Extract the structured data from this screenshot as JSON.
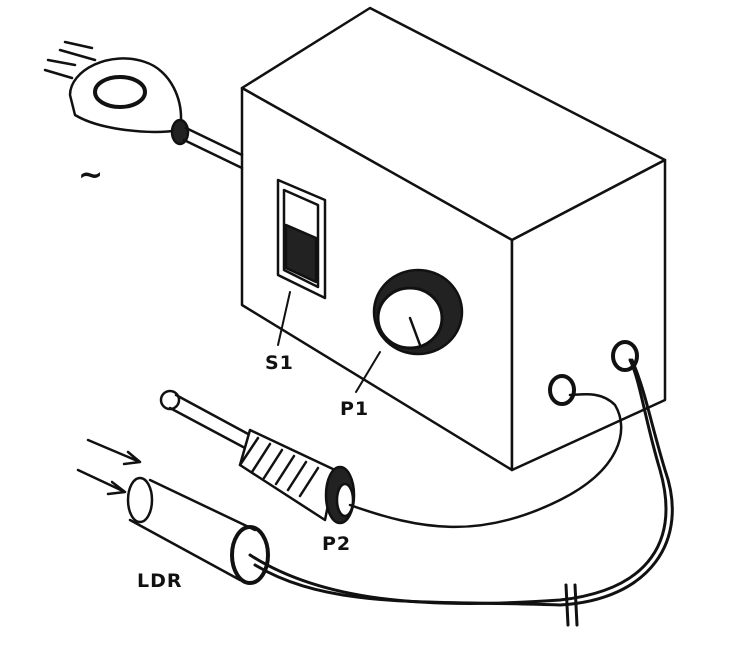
{
  "labels": {
    "ac": "~",
    "switch": "S1",
    "potentiometer": "P1",
    "plug": "P2",
    "ldr": "LDR"
  },
  "colors": {
    "ink": "#111111",
    "paper": "#ffffff"
  }
}
